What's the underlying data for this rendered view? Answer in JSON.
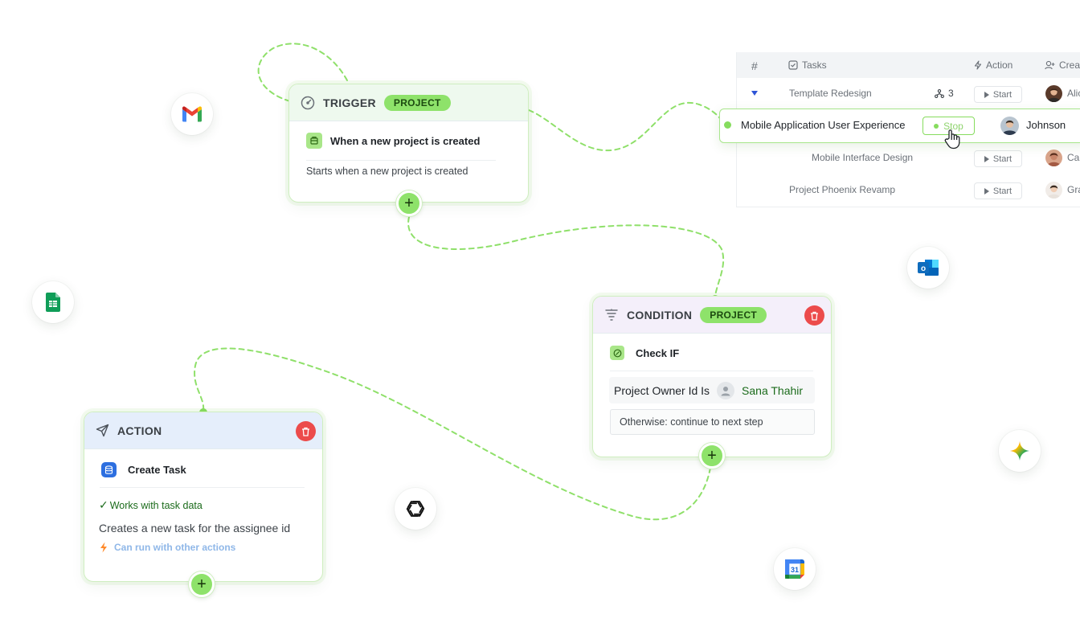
{
  "trigger": {
    "title": "TRIGGER",
    "badge": "PROJECT",
    "event_label": "When a new project is created",
    "description": "Starts when a new project is created",
    "icon": "speedometer-icon"
  },
  "condition": {
    "title": "CONDITION",
    "badge": "PROJECT",
    "check_label": "Check IF",
    "rule_field": "Project Owner Id Is",
    "rule_value": "Sana Thahir",
    "otherwise_text": "Otherwise: continue to next step",
    "icon": "funnel-icon"
  },
  "action": {
    "title": "ACTION",
    "name": "Create Task",
    "works_with": "Works with task data",
    "description": "Creates a new task for the assignee id",
    "can_run": "Can run with other actions",
    "icon": "send-icon"
  },
  "add_symbol": "+",
  "tasks_table": {
    "columns": {
      "hash": "#",
      "tasks": "Tasks",
      "action": "Action",
      "creator": "Crea"
    },
    "rows": [
      {
        "task": "Template Redesign",
        "subtask_count": "3",
        "action": "Start",
        "creator": "Alic"
      },
      {
        "task": "Mobile Interface Design",
        "action": "Start",
        "creator": "Ca"
      },
      {
        "task": "Project Phoenix Revamp",
        "action": "Start",
        "creator": "Gra"
      }
    ],
    "highlight_row": {
      "task": "Mobile Application User Experience",
      "action": "Stop",
      "creator": "Johnson"
    }
  },
  "apps": [
    "gmail-icon",
    "google-sheets-icon",
    "openai-icon",
    "google-calendar-icon",
    "outlook-icon",
    "gemini-icon"
  ],
  "calendar_day": "31",
  "outlook_letter": "o",
  "colors": {
    "accent_green": "#8ee26a",
    "connector": "#8fe06a",
    "delete_red": "#ec4b4b",
    "trigger_head": "#eef9ee",
    "condition_head": "#f4effa",
    "action_head": "#e5eefb",
    "link_blue": "#8fb7e8"
  }
}
